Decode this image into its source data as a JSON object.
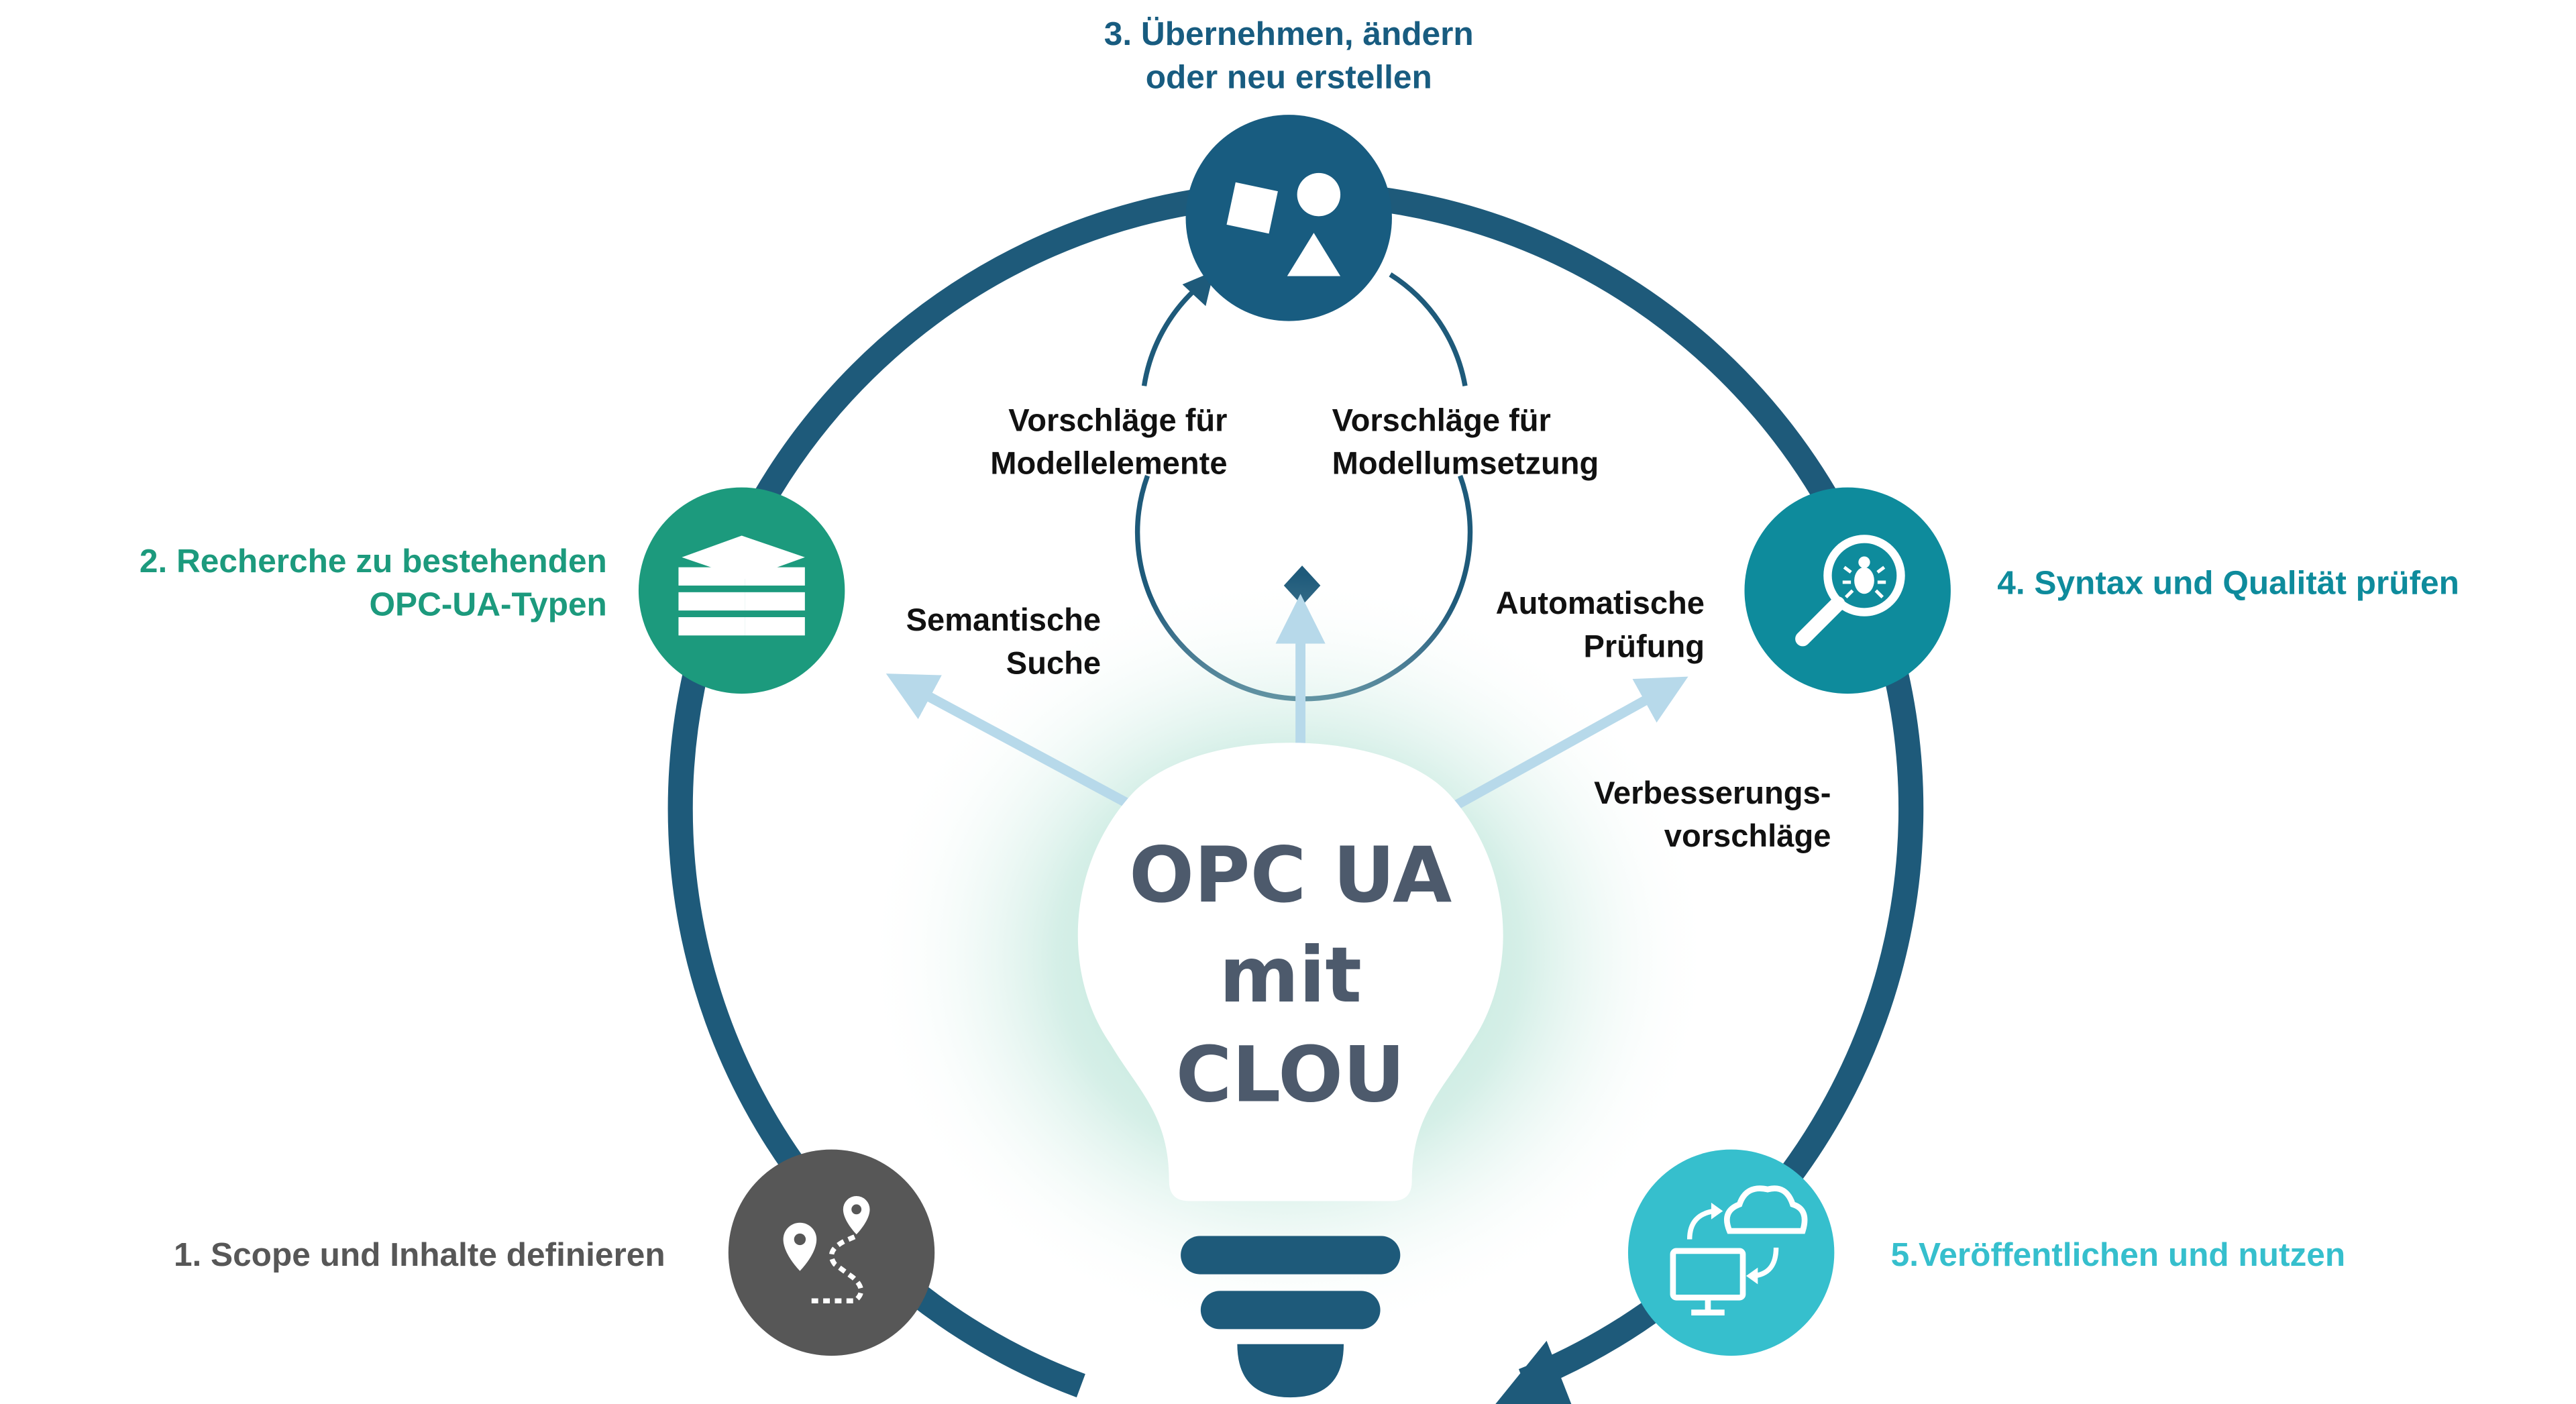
{
  "colors": {
    "ring": "#1e5a7a",
    "step1": "#575757",
    "step2": "#1c9a7d",
    "step3": "#185c80",
    "step4": "#0e8b9c",
    "step5": "#36bfcd",
    "arrow_light": "#b7d9ea",
    "bulb_text": "#4d5a6c",
    "bulb_glow": "#8fd3c0",
    "label_dark": "#111111"
  },
  "steps": {
    "s1": {
      "label": "1. Scope und Inhalte definieren",
      "icon": "map-route-icon"
    },
    "s2": {
      "label_line1": "2. Recherche zu bestehenden",
      "label_line2": "OPC-UA-Typen",
      "icon": "books-icon"
    },
    "s3": {
      "label_line1": "3. Übernehmen, ändern",
      "label_line2": "oder neu erstellen",
      "icon": "shapes-icon"
    },
    "s4": {
      "label": "4. Syntax und Qualität prüfen",
      "icon": "bug-magnifier-icon"
    },
    "s5": {
      "label": "5.Veröffentlichen und nutzen",
      "icon": "cloud-sync-icon"
    }
  },
  "features": {
    "semantic_search_l1": "Semantische",
    "semantic_search_l2": "Suche",
    "auto_check_l1": "Automatische",
    "auto_check_l2": "Prüfung",
    "improve_l1": "Verbesserungs-",
    "improve_l2": "vorschläge",
    "model_elements_l1": "Vorschläge für",
    "model_elements_l2": "Modellelemente",
    "model_impl_l1": "Vorschläge für",
    "model_impl_l2": "Modellumsetzung"
  },
  "bulb": {
    "line1": "OPC UA",
    "line2": "mit",
    "line3": "CLOU"
  }
}
